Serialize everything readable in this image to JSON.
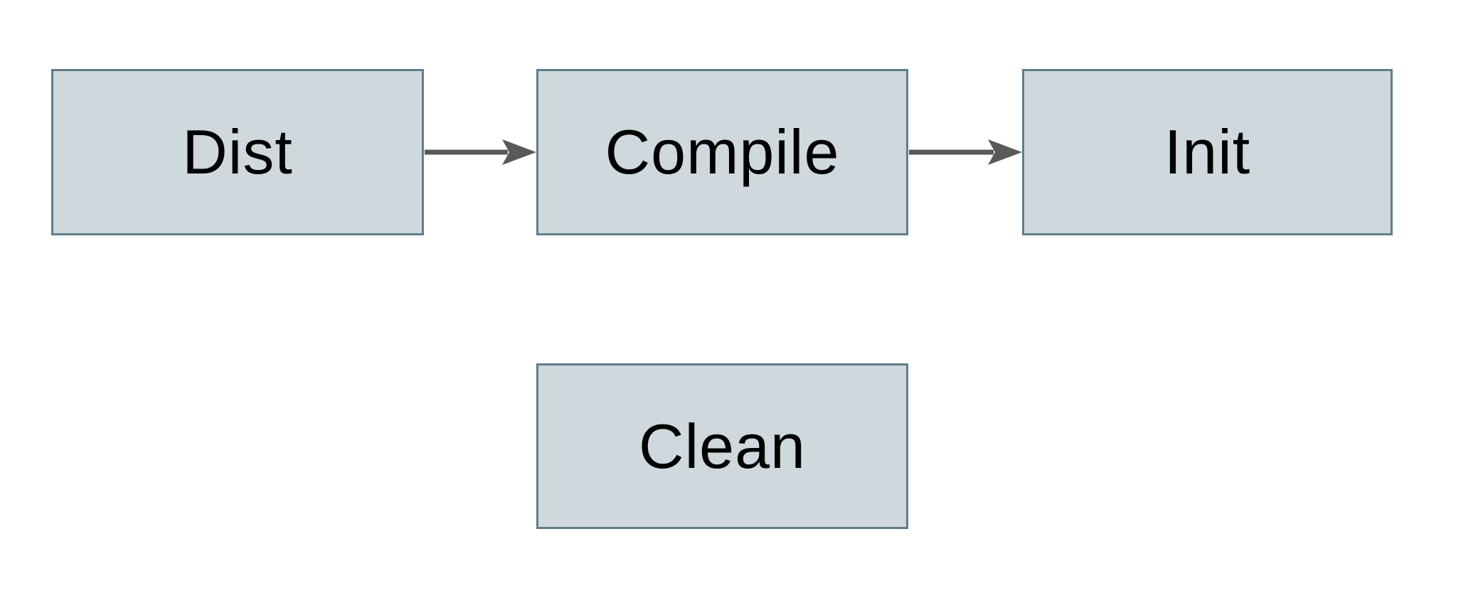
{
  "diagram": {
    "nodes": [
      {
        "id": "dist",
        "label": "Dist"
      },
      {
        "id": "compile",
        "label": "Compile"
      },
      {
        "id": "init",
        "label": "Init"
      },
      {
        "id": "clean",
        "label": "Clean"
      }
    ],
    "edges": [
      {
        "from": "dist",
        "to": "compile",
        "style": "arrow"
      },
      {
        "from": "compile",
        "to": "init",
        "style": "arrow"
      }
    ],
    "colors": {
      "background": "#ffffff",
      "node_fill": "#cfd8dc",
      "node_border": "#607d8b",
      "arrow": "#595959",
      "text": "#000000"
    }
  }
}
